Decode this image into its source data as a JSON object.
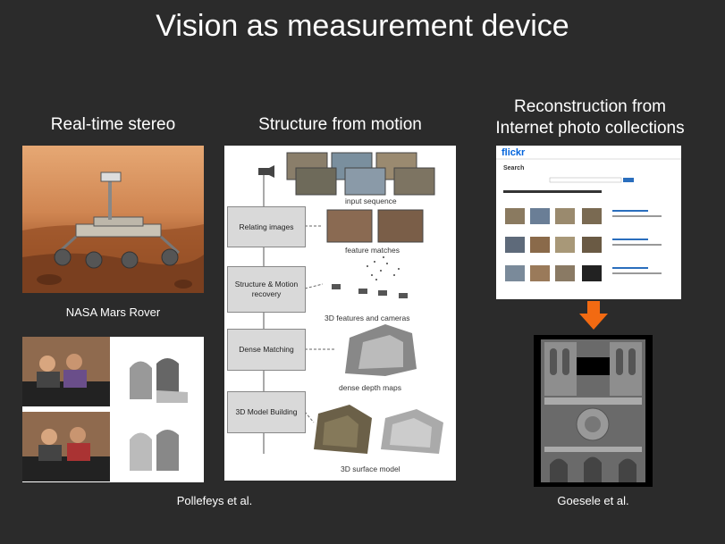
{
  "slide": {
    "title": "Vision as measurement device",
    "columns": {
      "stereo": {
        "heading": "Real-time stereo",
        "caption_rover": "NASA Mars Rover",
        "caption_credit": "Pollefeys et al."
      },
      "sfm": {
        "heading": "Structure from motion",
        "stages": [
          "Relating images",
          "Structure & Motion recovery",
          "Dense Matching",
          "3D Model Building"
        ],
        "outputs": [
          "input sequence",
          "feature matches",
          "3D features and cameras",
          "dense depth maps",
          "3D surface model"
        ]
      },
      "internet": {
        "heading_line1": "Reconstruction from",
        "heading_line2": "Internet photo collections",
        "caption_credit": "Goesele et al.",
        "flickr": {
          "logo": "flickr",
          "search_label": "Search"
        }
      }
    }
  }
}
